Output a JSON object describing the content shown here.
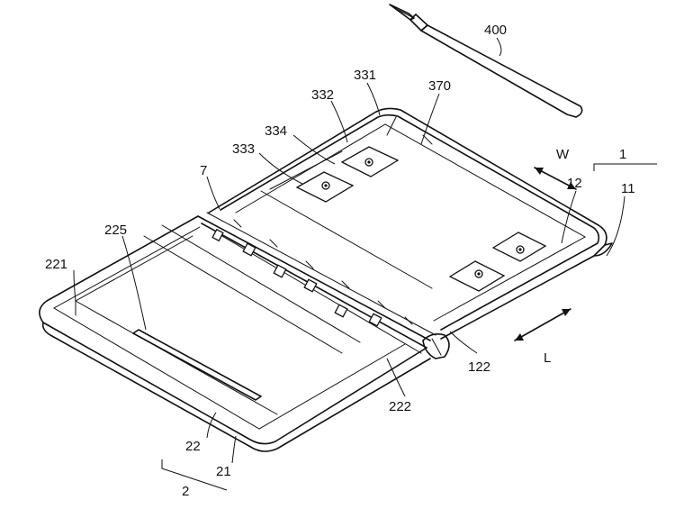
{
  "labels": {
    "stylus": "400",
    "l331": "331",
    "l332": "332",
    "l370": "370",
    "l334": "334",
    "l333": "333",
    "l7": "7",
    "l225": "225",
    "l221": "221",
    "w": "W",
    "l1": "1",
    "l12": "12",
    "l11": "11",
    "l122": "122",
    "l222": "222",
    "l": "L",
    "l22": "22",
    "l21": "21",
    "l2": "2"
  }
}
